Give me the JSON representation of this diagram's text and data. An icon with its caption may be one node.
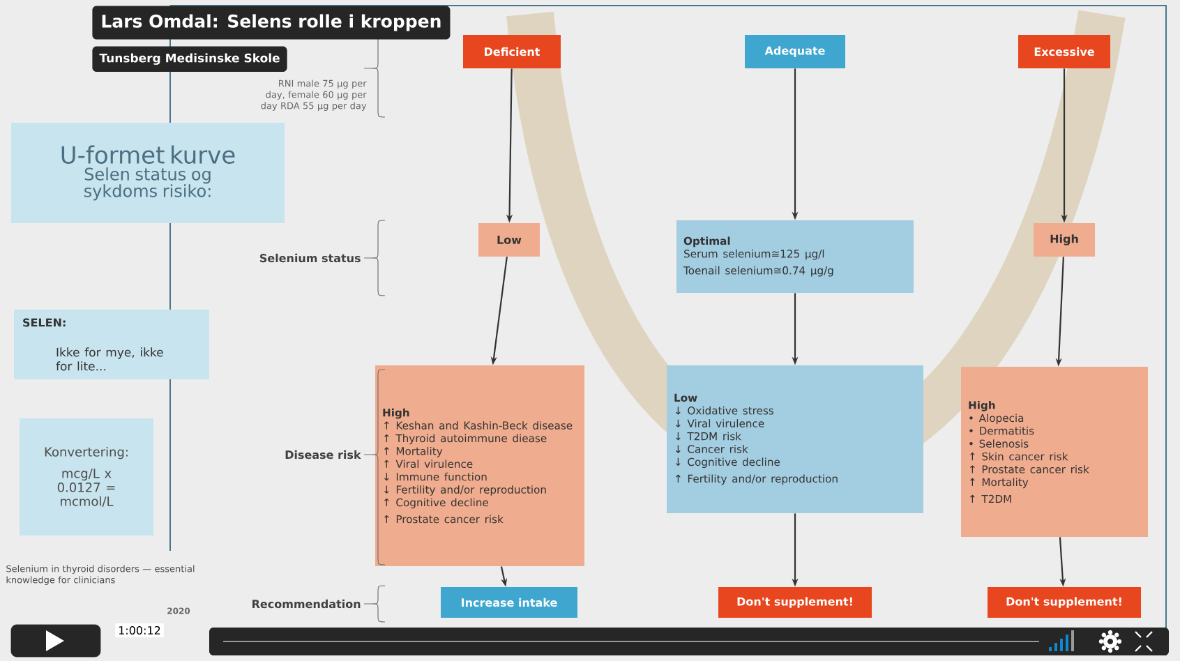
{
  "diagram": {
    "title": "Lars Omdal: Selens rolle i kroppen",
    "nodes": [
      {
        "text": [
          "Deficient"
        ]
      },
      {
        "text": [
          "Adequate"
        ]
      },
      {
        "text": [
          "Excessive"
        ]
      },
      {
        "text": [
          "Low"
        ]
      },
      {
        "text": [
          "Optimal",
          "Serum selenium≅125 µg/l",
          "Toenail selenium≅0.74 µg/g"
        ]
      },
      {
        "text": [
          "High"
        ]
      },
      {
        "text": [
          "High",
          "↑ Keshan and Kashin-Beck disease",
          "↑ Thyroid autoimmune diease",
          "↑ Mortality",
          "↑ Viral virulence",
          "↓ Immune function",
          "↓ Fertility and/or reproduction",
          "↑ Cognitive decline",
          "↑ Prostate cancer risk"
        ]
      },
      {
        "text": [
          "Low",
          "↓ Oxidative stress",
          "↓ Viral virulence",
          "↓ T2DM risk",
          "↓ Cancer risk",
          "↓ Cognitive decline",
          "↑ Fertility and/or reproduction"
        ]
      },
      {
        "text": [
          "High",
          "• Alopecia",
          "• Dermatitis",
          "• Selenosis",
          "↑ Skin cancer risk",
          "↑ Prostate cancer risk",
          "↑ Mortality",
          "↑ T2DM"
        ]
      },
      {
        "text": [
          "Increase intake"
        ]
      },
      {
        "text": [
          "Don't supplement!"
        ]
      },
      {
        "text": [
          "Don't supplement!"
        ]
      },
      {
        "text": [
          "U-formet kurve",
          "Selen status og sykdoms risiko:"
        ]
      },
      {
        "text": [
          "SELEN:",
          "Ikke for mye, ikke for lite..."
        ]
      },
      {
        "text": [
          "Konvertering:",
          "mcg/L x 0.0127 = mcmol/L"
        ]
      }
    ],
    "edges": [
      {
        "from": 0,
        "to": 3,
        "arrow": "to"
      },
      {
        "from": 3,
        "to": 6,
        "arrow": "to"
      },
      {
        "from": 6,
        "to": 9,
        "arrow": "to"
      },
      {
        "from": 1,
        "to": 4,
        "arrow": "to"
      },
      {
        "from": 4,
        "to": 7,
        "arrow": "to"
      },
      {
        "from": 7,
        "to": 10,
        "arrow": "to"
      },
      {
        "from": 2,
        "to": 5,
        "arrow": "to"
      },
      {
        "from": 5,
        "to": 8,
        "arrow": "to"
      },
      {
        "from": 8,
        "to": 11,
        "arrow": "to"
      }
    ],
    "labels": [
      "Tunsberg Medisinske Skole",
      "RNI male 75 µg per day, female 60 µg per day RDA 55 µg per day",
      "Selenium status",
      "Disease risk",
      "Recommendation",
      "Selenium in thyroid disorders — essential knowledge for clinicians",
      "2020",
      "1:00:12"
    ]
  }
}
